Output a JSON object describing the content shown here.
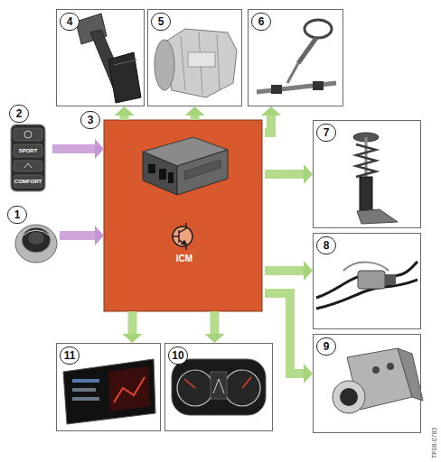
{
  "diagram": {
    "nodes": [
      {
        "text": [
          "4"
        ]
      },
      {
        "text": [
          "5"
        ]
      },
      {
        "text": [
          "6"
        ]
      },
      {
        "text": [
          "2"
        ]
      },
      {
        "text": [
          "3",
          "ICM"
        ]
      },
      {
        "text": [
          "7"
        ]
      },
      {
        "text": [
          "1"
        ]
      },
      {
        "text": [
          "8"
        ]
      },
      {
        "text": [
          "9"
        ]
      },
      {
        "text": [
          "11"
        ]
      },
      {
        "text": [
          "10"
        ]
      }
    ],
    "edges": [
      {
        "from": 3,
        "to": 4,
        "arrow": "to"
      },
      {
        "from": 6,
        "to": 4,
        "arrow": "to"
      },
      {
        "from": 4,
        "to": 0,
        "arrow": "to"
      },
      {
        "from": 4,
        "to": 1,
        "arrow": "to"
      },
      {
        "from": 4,
        "to": 2,
        "arrow": "to"
      },
      {
        "from": 4,
        "to": 5,
        "arrow": "to"
      },
      {
        "from": 4,
        "to": 7,
        "arrow": "to"
      },
      {
        "from": 4,
        "to": 8,
        "arrow": "to"
      },
      {
        "from": 4,
        "to": 9,
        "arrow": "to"
      },
      {
        "from": 4,
        "to": 10,
        "arrow": "to"
      }
    ],
    "labels": [
      "SPORT",
      "COMFORT",
      "TF08-0783"
    ]
  }
}
